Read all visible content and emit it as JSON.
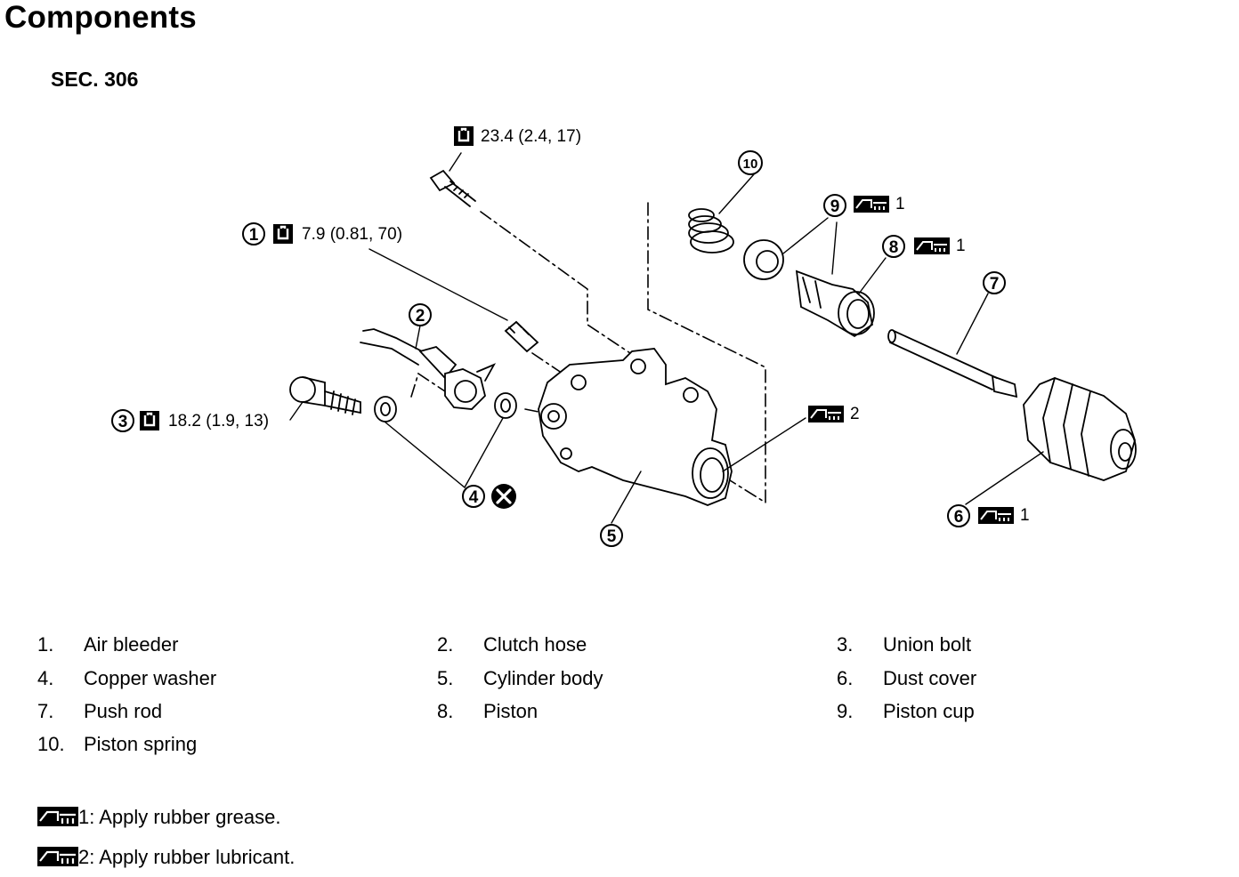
{
  "title": "Components",
  "section": "SEC. 306",
  "callouts": {
    "bolt_top": {
      "torque": "23.4 (2.4, 17)",
      "icon": "torque-wrench-icon"
    },
    "air_bleeder": {
      "number": "1",
      "torque": "7.9 (0.81, 70)",
      "icon": "torque-wrench-icon"
    },
    "union_bolt": {
      "number": "3",
      "torque": "18.2 (1.9, 13)",
      "icon": "torque-wrench-icon"
    },
    "copper_washer": {
      "number": "4",
      "icon": "do-not-reuse-icon"
    },
    "grease_piston_cup": {
      "number": "9",
      "grease": "1"
    },
    "grease_piston": {
      "number": "8",
      "grease": "1"
    },
    "grease_cylinder": {
      "grease": "2"
    },
    "grease_dust_cover": {
      "number": "6",
      "grease": "1"
    },
    "labels": [
      "2",
      "5",
      "7",
      "10"
    ]
  },
  "legend": [
    {
      "num": "1.",
      "name": "Air bleeder"
    },
    {
      "num": "2.",
      "name": "Clutch hose"
    },
    {
      "num": "3.",
      "name": "Union bolt"
    },
    {
      "num": "4.",
      "name": "Copper washer"
    },
    {
      "num": "5.",
      "name": "Cylinder body"
    },
    {
      "num": "6.",
      "name": "Dust cover"
    },
    {
      "num": "7.",
      "name": "Push rod"
    },
    {
      "num": "8.",
      "name": "Piston"
    },
    {
      "num": "9.",
      "name": "Piston cup"
    },
    {
      "num": "10.",
      "name": "Piston spring"
    }
  ],
  "notes": [
    {
      "text": "1: Apply rubber grease.",
      "icon": "grease-icon"
    },
    {
      "text": "2: Apply rubber lubricant.",
      "icon": "grease-icon"
    }
  ]
}
